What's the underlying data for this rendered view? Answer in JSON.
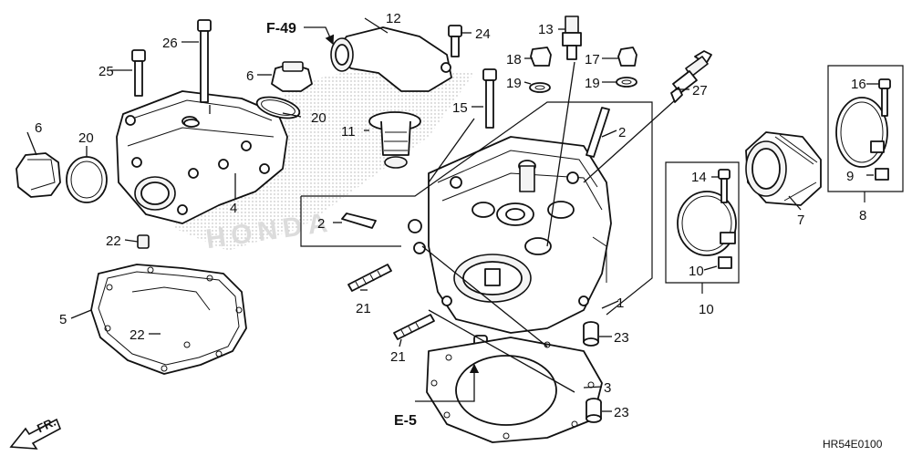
{
  "diagram": {
    "code": "HR54E0100",
    "watermark": "HONDA",
    "references": [
      {
        "id": "ref-f49",
        "text": "F-49"
      },
      {
        "id": "ref-e5",
        "text": "E-5"
      },
      {
        "id": "ref-fr",
        "text": "FR."
      }
    ],
    "callouts": [
      "1",
      "2",
      "2",
      "3",
      "4",
      "5",
      "6",
      "6",
      "7",
      "8",
      "9",
      "10",
      "10",
      "11",
      "12",
      "13",
      "14",
      "15",
      "16",
      "17",
      "18",
      "19",
      "19",
      "20",
      "20",
      "21",
      "21",
      "22",
      "22",
      "23",
      "23",
      "24",
      "25",
      "26",
      "27"
    ]
  }
}
